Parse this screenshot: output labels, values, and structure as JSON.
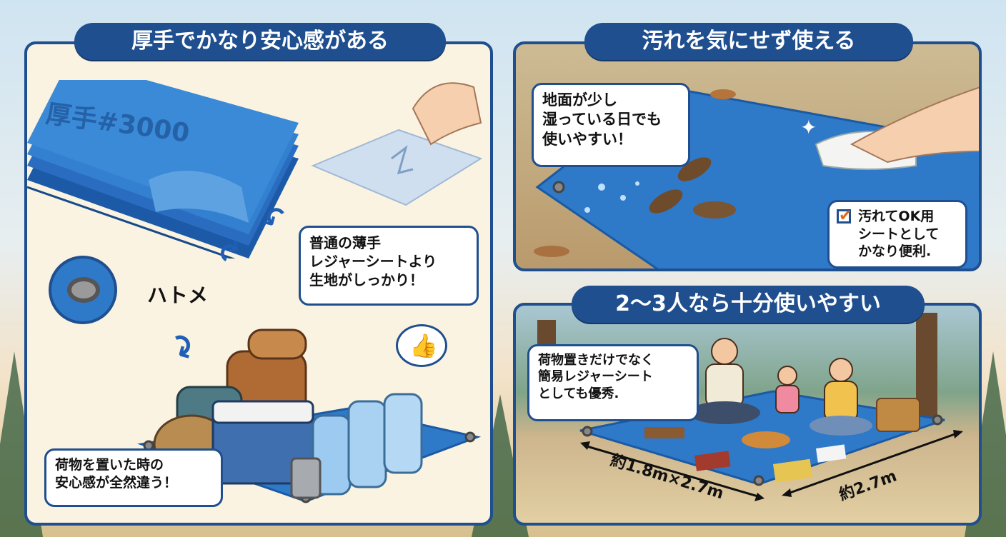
{
  "panel1": {
    "title": "厚手でかなり安心感がある",
    "sheet_print": "厚手#3000",
    "grommet_label": "ハトメ",
    "bubble_thin": [
      "普通の薄手",
      "レジャーシートより",
      "生地がしっかり！"
    ],
    "bubble_cargo": [
      "荷物を置いた時の",
      "安心感が全然違う！"
    ]
  },
  "panel2": {
    "title": "汚れを気にせず使える",
    "bubble_ground": [
      "地面が少し",
      "湿っている日でも",
      "使いやすい！"
    ],
    "bubble_ok": [
      "汚れてOK用",
      "シートとして",
      "かなり便利."
    ]
  },
  "panel3": {
    "title": "2〜3人なら十分使いやすい",
    "bubble_use": [
      "荷物置きだけでなく",
      "簡易レジャーシート",
      "としても優秀."
    ],
    "size_diagonal": "約1.8m×2.7m",
    "size_side": "約2.7m"
  },
  "colors": {
    "accent": "#1f4f8f",
    "sheet": "#2f79c9"
  },
  "icons": [
    "thumbs-up-icon",
    "checkbox-checked-icon",
    "sparkle-icon",
    "arrow-icon"
  ]
}
